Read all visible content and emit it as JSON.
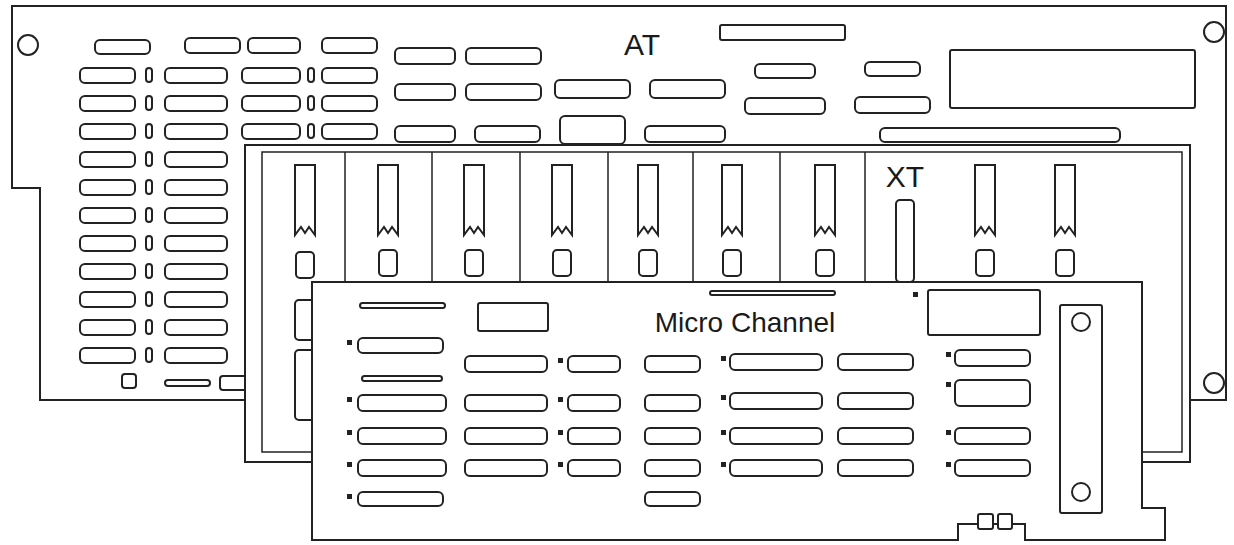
{
  "diagram": {
    "nodes": [
      {
        "text": [
          "AT"
        ]
      },
      {
        "text": [
          "XT"
        ]
      },
      {
        "text": [
          "Micro Channel"
        ]
      }
    ]
  }
}
